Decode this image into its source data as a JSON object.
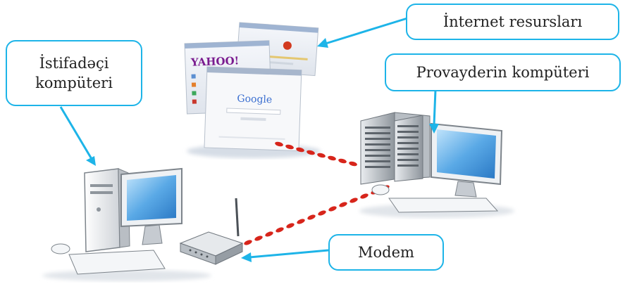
{
  "labels": {
    "user_computer_line1": "İstifadəçi",
    "user_computer_line2": "kompüteri",
    "internet_resources": "İnternet resursları",
    "provider_computer": "Provayderin kompüteri",
    "modem": "Modem"
  },
  "screenshots": {
    "yahoo_logo": "YAHOO!",
    "google_logo": "Google"
  },
  "colors": {
    "callout_border": "#1db4e8",
    "arrow": "#1db4e8",
    "connection_dots": "#d7251b",
    "monitor_screen": "#3a8fd8"
  },
  "icons": [
    "user-computer-icon",
    "provider-server-icon",
    "modem-icon",
    "web-pages-icon"
  ]
}
